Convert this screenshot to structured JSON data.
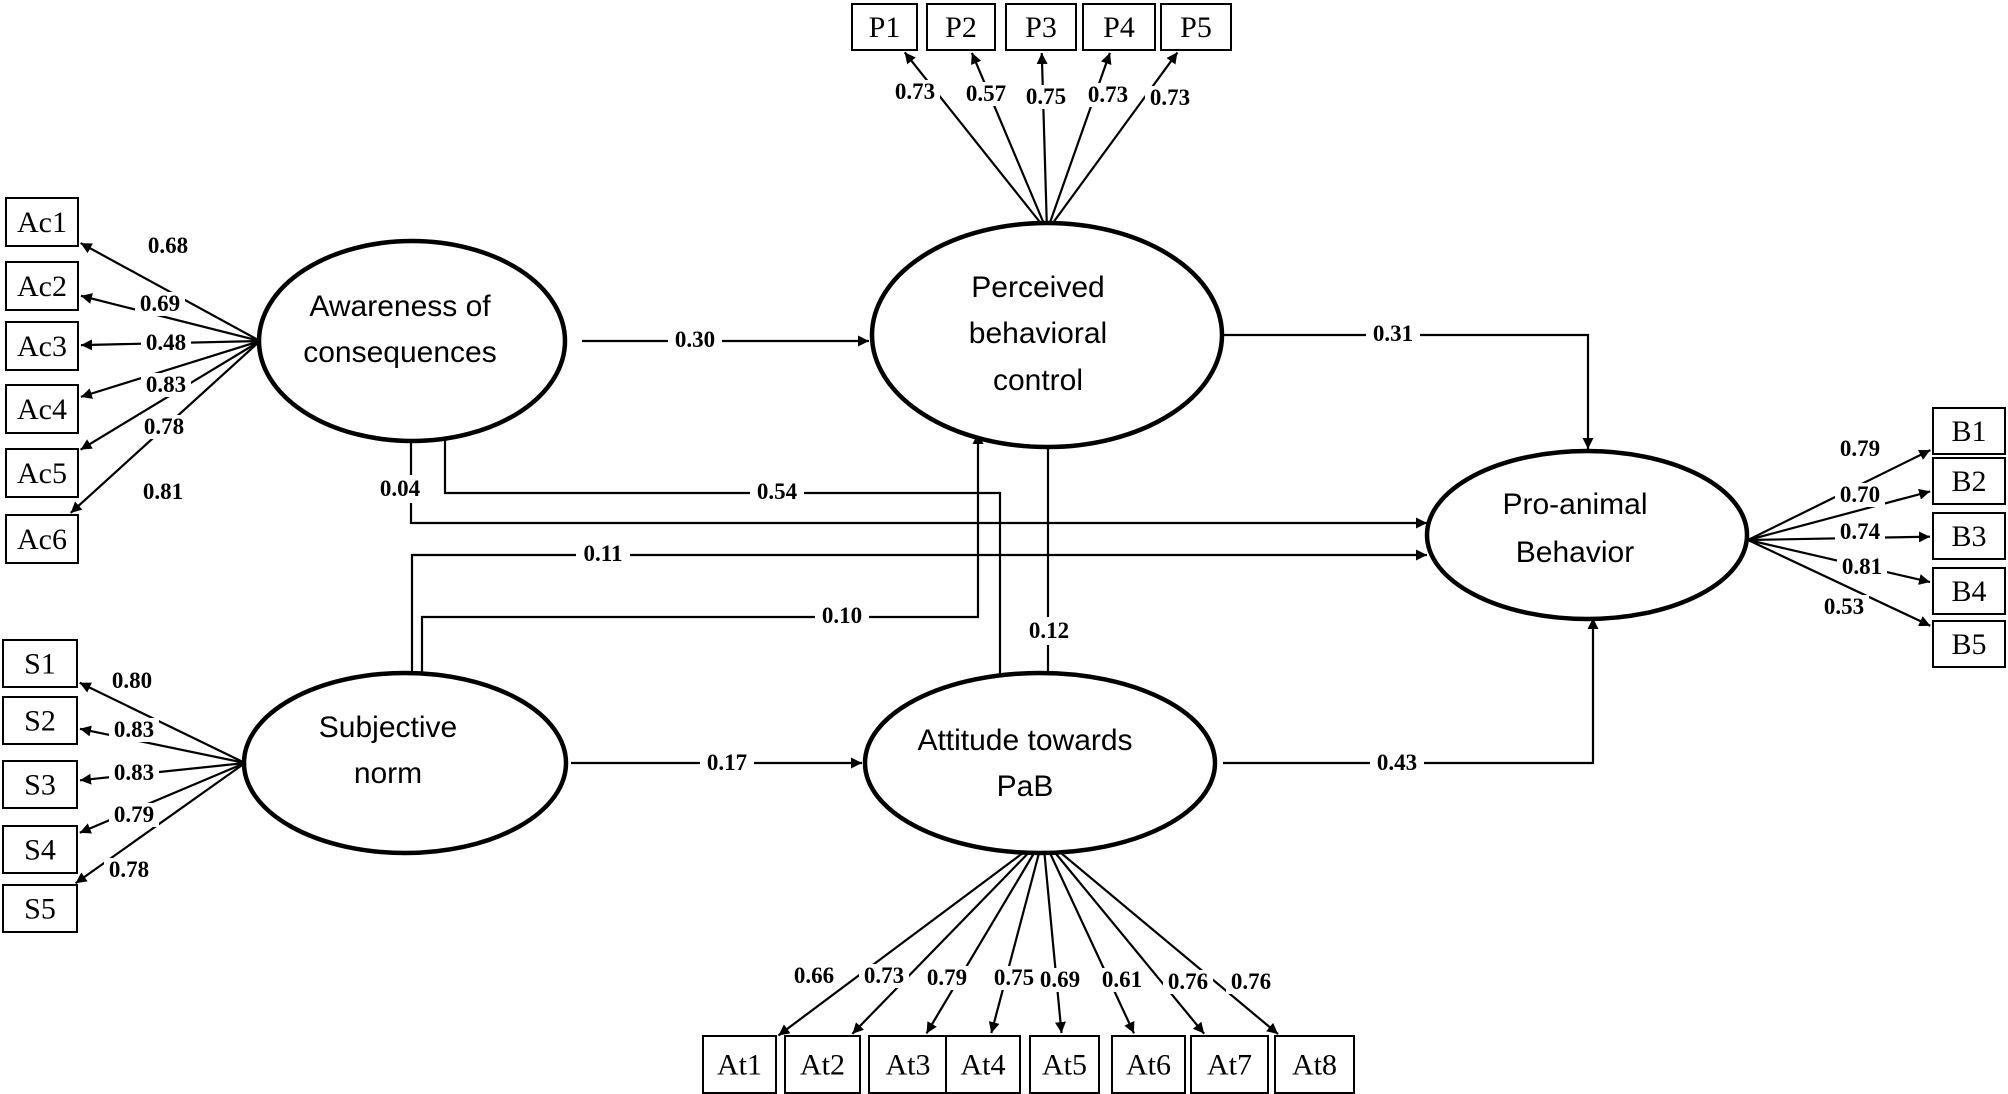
{
  "latent": {
    "awareness": [
      "Awareness of",
      "consequences"
    ],
    "pbc": [
      "Perceived",
      "behavioral",
      "control"
    ],
    "sn": [
      "Subjective",
      "norm"
    ],
    "att": [
      "Attitude towards",
      "PaB"
    ],
    "pab": [
      "Pro-animal",
      "Behavior"
    ]
  },
  "indicators": {
    "awareness": [
      {
        "label": "Ac1",
        "loading": "0.68"
      },
      {
        "label": "Ac2",
        "loading": "0.69"
      },
      {
        "label": "Ac3",
        "loading": "0.48"
      },
      {
        "label": "Ac4",
        "loading": "0.83"
      },
      {
        "label": "Ac5",
        "loading": "0.78"
      },
      {
        "label": "Ac6",
        "loading": "0.81"
      }
    ],
    "pbc": [
      {
        "label": "P1",
        "loading": "0.73"
      },
      {
        "label": "P2",
        "loading": "0.57"
      },
      {
        "label": "P3",
        "loading": "0.75"
      },
      {
        "label": "P4",
        "loading": "0.73"
      },
      {
        "label": "P5",
        "loading": "0.73"
      }
    ],
    "sn": [
      {
        "label": "S1",
        "loading": "0.80"
      },
      {
        "label": "S2",
        "loading": "0.83"
      },
      {
        "label": "S3",
        "loading": "0.83"
      },
      {
        "label": "S4",
        "loading": "0.79"
      },
      {
        "label": "S5",
        "loading": "0.78"
      }
    ],
    "att": [
      {
        "label": "At1",
        "loading": "0.66"
      },
      {
        "label": "At2",
        "loading": "0.73"
      },
      {
        "label": "At3",
        "loading": "0.79"
      },
      {
        "label": "At4",
        "loading": "0.75"
      },
      {
        "label": "At5",
        "loading": "0.69"
      },
      {
        "label": "At6",
        "loading": "0.61"
      },
      {
        "label": "At7",
        "loading": "0.76"
      },
      {
        "label": "At8",
        "loading": "0.76"
      }
    ],
    "pab": [
      {
        "label": "B1",
        "loading": "0.79"
      },
      {
        "label": "B2",
        "loading": "0.70"
      },
      {
        "label": "B3",
        "loading": "0.74"
      },
      {
        "label": "B4",
        "loading": "0.81"
      },
      {
        "label": "B5",
        "loading": "0.53"
      }
    ]
  },
  "paths": {
    "ac_pbc": "0.30",
    "pbc_pab": "0.31",
    "ac_att": "0.54",
    "ac_pab": "0.04",
    "sn_pab": "0.11",
    "sn_pbc": "0.10",
    "pbc_att": "0.12",
    "sn_att": "0.17",
    "att_pab": "0.43"
  }
}
